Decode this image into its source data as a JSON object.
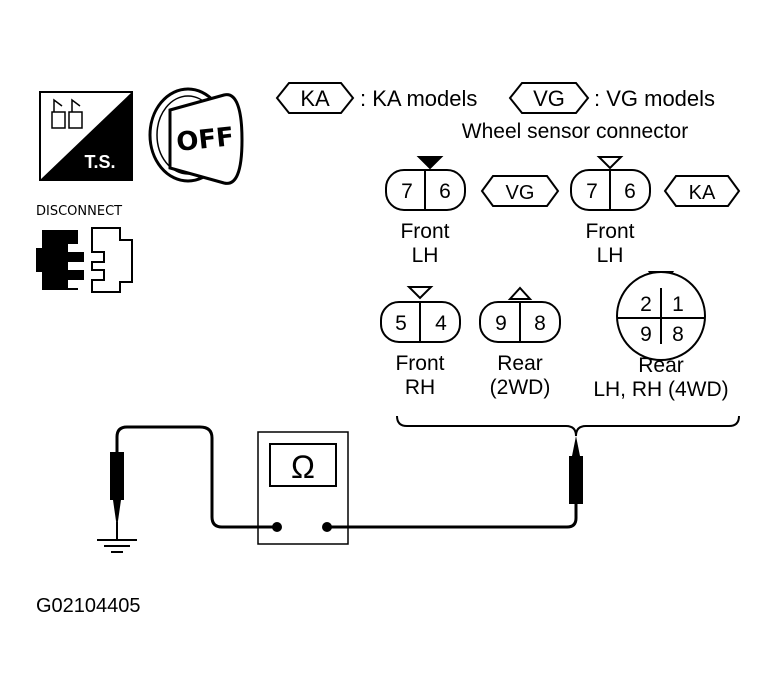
{
  "legend": {
    "ka_badge": "KA",
    "ka_text": ": KA models",
    "vg_badge": "VG",
    "vg_text": ": VG models"
  },
  "title": "Wheel sensor connector",
  "icons": {
    "ts_label": "T.S.",
    "key_label": "OFF",
    "disconnect_label": "DISCONNECT"
  },
  "connectors": {
    "front_lh_vg": {
      "pins": [
        "7",
        "6"
      ],
      "badge": "VG",
      "label1": "Front",
      "label2": "LH"
    },
    "front_lh_ka": {
      "pins": [
        "7",
        "6"
      ],
      "badge": "KA",
      "label1": "Front",
      "label2": "LH"
    },
    "front_rh": {
      "pins": [
        "5",
        "4"
      ],
      "label1": "Front",
      "label2": "RH"
    },
    "rear_2wd": {
      "pins": [
        "9",
        "8"
      ],
      "label1": "Rear",
      "label2": "(2WD)"
    },
    "rear_4wd": {
      "pins": [
        "2",
        "1",
        "9",
        "8"
      ],
      "label1": "Rear",
      "label2": "LH, RH (4WD)"
    }
  },
  "meter": {
    "symbol": "Ω"
  },
  "figure_id": "G02104405"
}
